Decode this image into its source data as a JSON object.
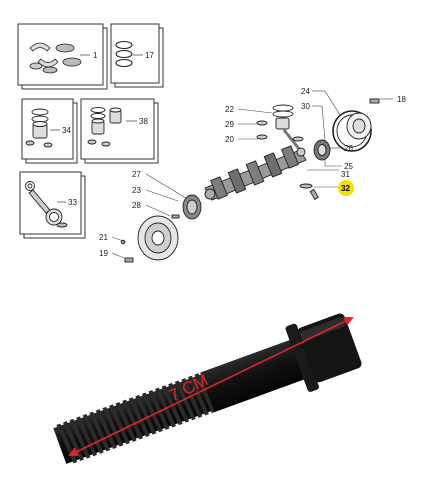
{
  "callouts": {
    "n1": "1",
    "n17": "17",
    "n34": "34",
    "n38": "38",
    "n33": "33",
    "n22": "22",
    "n29": "29",
    "n20": "20",
    "n24": "24",
    "n30": "30",
    "n18": "18",
    "n26": "26",
    "n25": "25",
    "n31": "31",
    "n32": "32",
    "n27": "27",
    "n23": "23",
    "n28": "28",
    "n21": "21",
    "n19": "19"
  },
  "highlight_color": "#f5e000",
  "bolt": {
    "measurement_label": "7 CM",
    "bolt_color": "#121212",
    "measure_color": "#e0242c"
  }
}
